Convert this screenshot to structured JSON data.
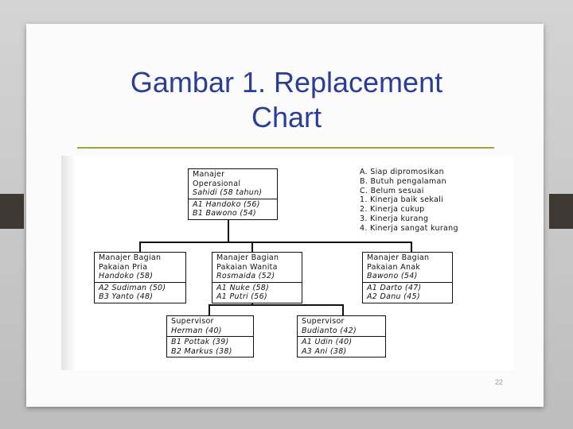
{
  "slide": {
    "title_line1": "Gambar 1. Replacement",
    "title_line2": "Chart",
    "page_number": "22",
    "colors": {
      "title": "#2b3e96",
      "rule": "#98a83a",
      "background": "#bdbdbd"
    }
  },
  "org_chart": {
    "top": {
      "title": [
        "Manajer",
        "Operasional"
      ],
      "incumbent": "Sahidi (58 tahun)",
      "successors": [
        "A1 Handoko (56)",
        "B1 Bawono (54)"
      ]
    },
    "managers": [
      {
        "title": [
          "Manajer Bagian",
          "Pakaian Pria"
        ],
        "incumbent": "Handoko (58)",
        "successors": [
          "A2 Sudiman (50)",
          "B3 Yanto (48)"
        ]
      },
      {
        "title": [
          "Manajer Bagian",
          "Pakaian Wanita"
        ],
        "incumbent": "Rosmaida (52)",
        "successors": [
          "A1 Nuke (58)",
          "A1 Putri (56)"
        ]
      },
      {
        "title": [
          "Manajer Bagian",
          "Pakaian Anak"
        ],
        "incumbent": "Bawono (54)",
        "successors": [
          "A1 Darto (47)",
          "A2 Danu (45)"
        ]
      }
    ],
    "supervisors": [
      {
        "title": [
          "Supervisor"
        ],
        "incumbent": "Herman (40)",
        "successors": [
          "B1 Pottak (39)",
          "B2 Markus (38)"
        ]
      },
      {
        "title": [
          "Supervisor"
        ],
        "incumbent": "Budianto (42)",
        "successors": [
          "A1 Udin (40)",
          "A3 Ani (38)"
        ]
      }
    ],
    "legend": [
      "A. Siap dipromosikan",
      "B. Butuh pengalaman",
      "C. Belum sesuai",
      "1. Kinerja baik sekali",
      "2. Kinerja cukup",
      "3. Kinerja kurang",
      "4. Kinerja sangat kurang"
    ]
  }
}
